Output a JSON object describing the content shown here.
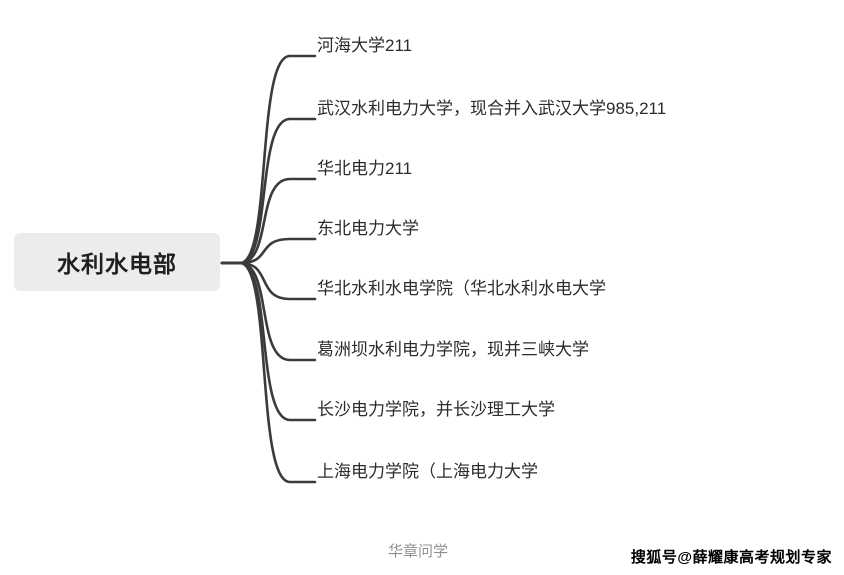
{
  "root": {
    "label": "水利水电部"
  },
  "branches": [
    {
      "label": "河海大学211"
    },
    {
      "label": "武汉水利电力大学，现合并入武汉大学985,211"
    },
    {
      "label": "华北电力211"
    },
    {
      "label": "东北电力大学"
    },
    {
      "label": "华北水利水电学院（华北水利水电大学"
    },
    {
      "label": "葛洲坝水利电力学院，现并三峡大学"
    },
    {
      "label": "长沙电力学院，并长沙理工大学"
    },
    {
      "label": "上海电力学院（上海电力大学"
    }
  ],
  "footer": {
    "watermark_center": "华章问学",
    "watermark_right": "搜狐号@薛耀康高考规划专家"
  },
  "colors": {
    "line": "#3b3b3b",
    "text": "#2c2c2c",
    "root_bg": "#ececec"
  }
}
